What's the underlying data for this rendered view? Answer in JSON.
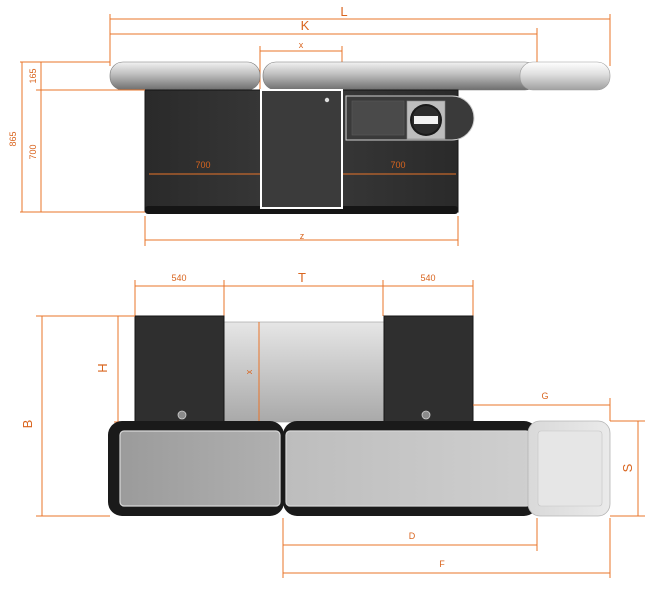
{
  "front_view": {
    "labels": {
      "L": "L",
      "K": "K",
      "x": "x",
      "h865": "865",
      "h165": "165",
      "h700": "700",
      "w700_left": "700",
      "w700_right": "700",
      "z": "z"
    }
  },
  "top_view": {
    "labels": {
      "w540_left": "540",
      "T": "T",
      "w540_right": "540",
      "H": "H",
      "x": "x",
      "B": "B",
      "G": "G",
      "S": "S",
      "D": "D",
      "F": "F"
    }
  },
  "colors": {
    "dimension": "#e8742a",
    "dark_body": "#2f2f2f",
    "frame": "#111111",
    "belt_light": "#cfcfcf",
    "belt_mid": "#9a9a9a"
  },
  "icons": {
    "no_entry_sign": "no-entry-icon"
  }
}
